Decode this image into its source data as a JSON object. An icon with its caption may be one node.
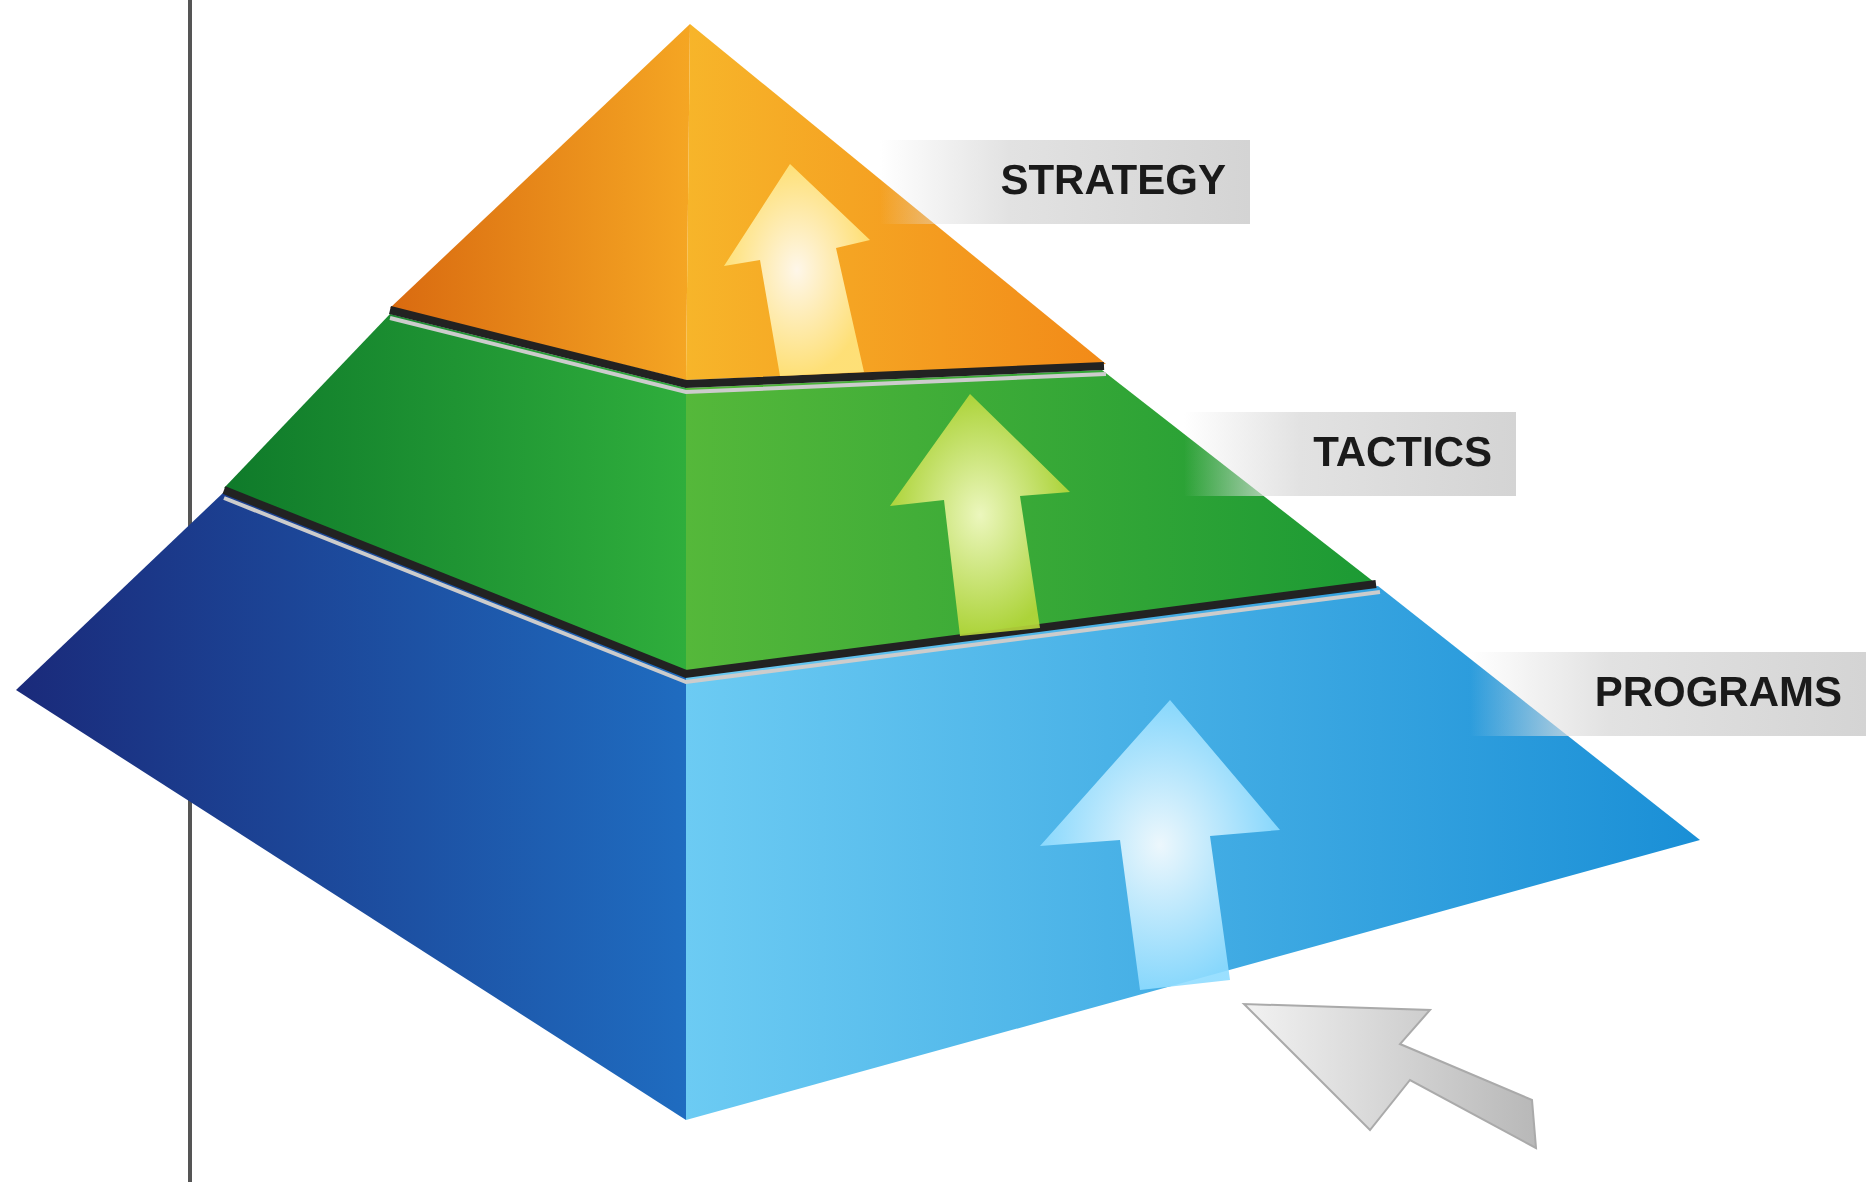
{
  "diagram": {
    "labels": [
      "STRATEGY",
      "TACTICS",
      "PROGRAMS"
    ]
  }
}
